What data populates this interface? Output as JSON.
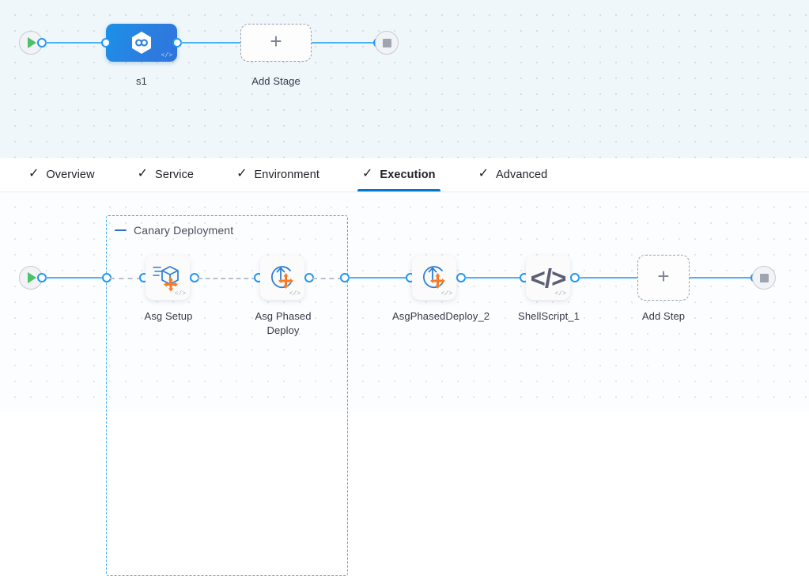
{
  "stage_canvas": {
    "start_node": {
      "icon": "play-icon"
    },
    "end_node": {
      "icon": "stop-icon"
    },
    "stage": {
      "label": "s1",
      "icon": "harness-hexagon-icon",
      "code_badge": "</>"
    },
    "add_stage": {
      "label": "Add Stage",
      "icon": "plus-icon"
    }
  },
  "tabs": [
    {
      "label": "Overview",
      "icon": "check-icon",
      "active": false
    },
    {
      "label": "Service",
      "icon": "check-icon",
      "active": false
    },
    {
      "label": "Environment",
      "icon": "check-icon",
      "active": false
    },
    {
      "label": "Execution",
      "icon": "check-icon",
      "active": true
    },
    {
      "label": "Advanced",
      "icon": "check-icon",
      "active": false
    }
  ],
  "step_canvas": {
    "start_node": {
      "icon": "play-icon"
    },
    "end_node": {
      "icon": "stop-icon"
    },
    "group": {
      "title": "Canary Deployment",
      "collapse_icon": "minus-icon"
    },
    "steps": [
      {
        "label": "Asg Setup",
        "icon": "asg-setup-icon",
        "code_badge": "</>"
      },
      {
        "label": "Asg Phased Deploy",
        "icon": "asg-phased-deploy-icon",
        "code_badge": "</>"
      },
      {
        "label": "AsgPhasedDeploy_2",
        "icon": "asg-phased-deploy-icon",
        "code_badge": "</>"
      },
      {
        "label": "ShellScript_1",
        "icon": "shell-script-icon",
        "code_badge": "</>"
      }
    ],
    "add_step": {
      "label": "Add Step",
      "icon": "plus-icon"
    }
  },
  "colors": {
    "accent_blue": "#0278d5",
    "edge_blue": "#4cb3f0",
    "group_border": "#40b4f5",
    "stage_gradient_from": "#1b91e8",
    "stage_gradient_to": "#2f74dd",
    "icon_orange": "#f97a24",
    "icon_blue": "#2d7fd4",
    "play_green": "#4dc168",
    "stop_gray": "#9fa4b0",
    "label_text": "#383946"
  }
}
